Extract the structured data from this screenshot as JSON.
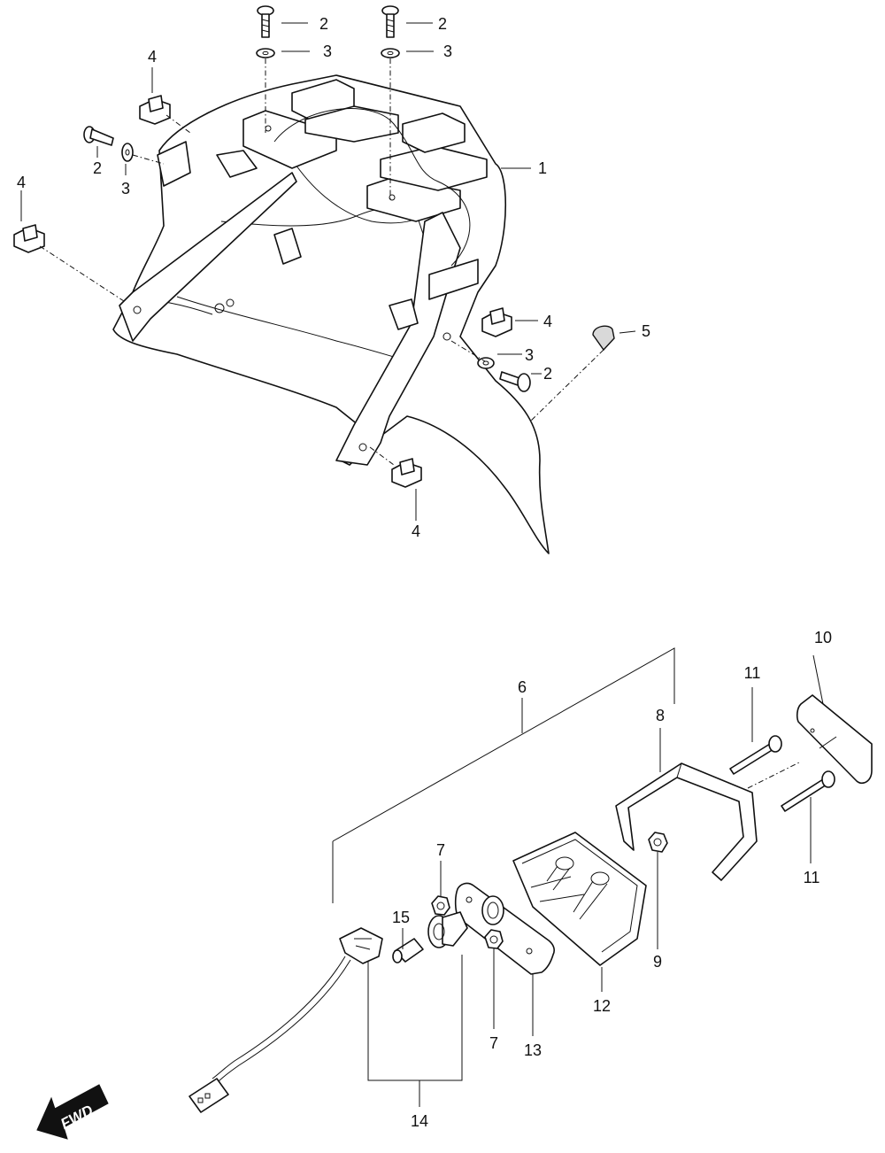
{
  "callouts": {
    "c1": "1",
    "c2a": "2",
    "c2b": "2",
    "c2c": "2",
    "c2d": "2",
    "c3a": "3",
    "c3b": "3",
    "c3c": "3",
    "c3d": "3",
    "c4a": "4",
    "c4b": "4",
    "c4c": "4",
    "c4d": "4",
    "c5": "5",
    "c6": "6",
    "c7a": "7",
    "c7b": "7",
    "c8": "8",
    "c9": "9",
    "c10": "10",
    "c11a": "11",
    "c11b": "11",
    "c12": "12",
    "c13": "13",
    "c14": "14",
    "c15": "15"
  },
  "fwd_label": "FWD"
}
